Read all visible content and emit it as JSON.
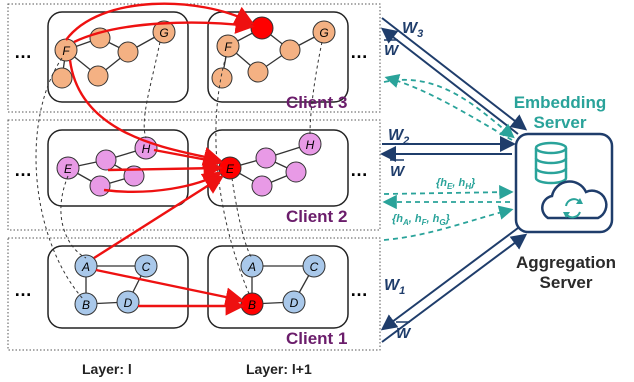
{
  "clients": [
    {
      "label": "Client 3",
      "left_nodes": [
        "F",
        "G"
      ],
      "right_nodes": [
        "F",
        "G"
      ]
    },
    {
      "label": "Client 2",
      "left_nodes": [
        "E",
        "H"
      ],
      "right_nodes": [
        "E",
        "H"
      ]
    },
    {
      "label": "Client 1",
      "left_nodes": [
        "A",
        "C",
        "B",
        "D"
      ],
      "right_nodes": [
        "A",
        "C",
        "B",
        "D"
      ]
    }
  ],
  "ellipsis": "…",
  "layers": {
    "left": "Layer: l",
    "right": "Layer: l+1"
  },
  "servers": {
    "embedding": {
      "line1": "Embedding",
      "line2": "Server"
    },
    "aggregation": {
      "line1": "Aggregation",
      "line2": "Server"
    }
  },
  "weights": {
    "w_base": "W",
    "w3_sub": "3",
    "w2_sub": "2",
    "w1_sub": "1",
    "w_bar": "W"
  },
  "embeddings": {
    "client2": {
      "open": "{",
      "h": "h",
      "s1": "E",
      "sep": ", ",
      "s2": "H",
      "close": "}"
    },
    "client1": {
      "open": "{",
      "h": "h",
      "s1": "A",
      "s2": "F",
      "s3": "G",
      "sep": ", ",
      "close": "}"
    }
  },
  "colors": {
    "client3_node": "#f4b183",
    "client2_node": "#e89ae6",
    "client1_node": "#a9c8ea",
    "target_node": "#ff0000",
    "red_arrow": "#ee1111",
    "teal": "#2aa39a",
    "navy": "#1f3d6b",
    "client_label": "#6b1d6b",
    "server_text": "#2aa39a"
  }
}
